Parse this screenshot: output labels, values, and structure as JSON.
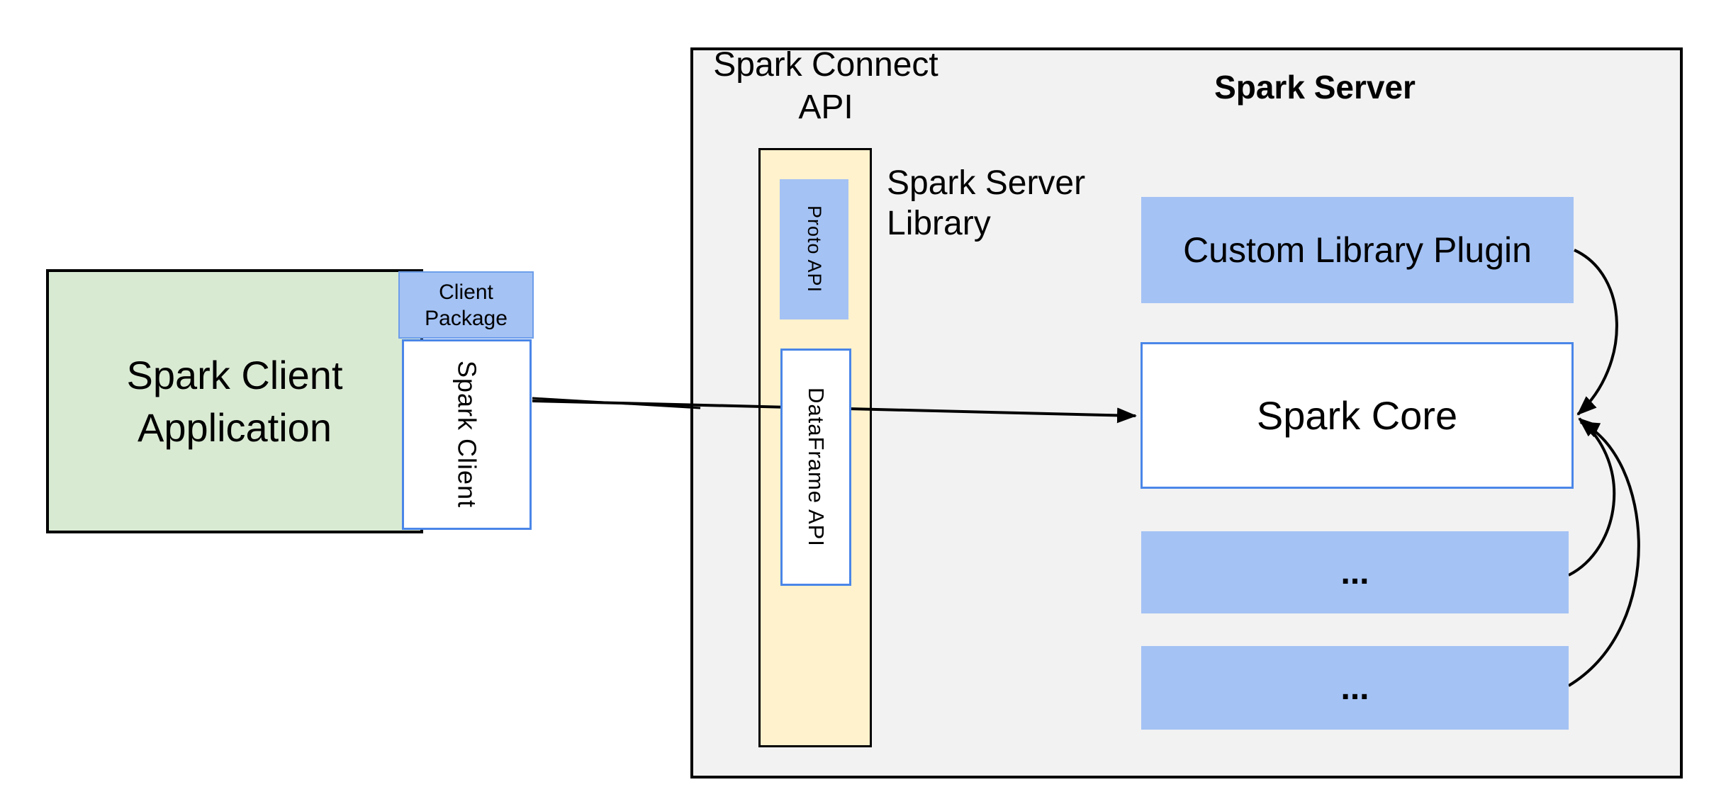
{
  "colors": {
    "background": "#ffffff",
    "green_fill": "#d9ead3",
    "blue_fill": "#a4c2f4",
    "blue_border": "#4a86e8",
    "package_border": "#6d9eeb",
    "yellow_fill": "#fff2cc",
    "panel_fill": "#f2f2f2",
    "outline": "#000000",
    "text": "#000000"
  },
  "labels": {
    "client_app": "Spark Client\nApplication",
    "client_package": "Client\nPackage",
    "spark_client": "Spark Client",
    "connect_api": "Spark Connect\nAPI",
    "server_title": "Spark Server",
    "server_library": "Spark Server\nLibrary",
    "proto_api": "Proto API",
    "dataframe_api": "DataFrame API",
    "custom_plugin": "Custom Library Plugin",
    "spark_core": "Spark Core",
    "placeholder_1": "...",
    "placeholder_2": "..."
  }
}
